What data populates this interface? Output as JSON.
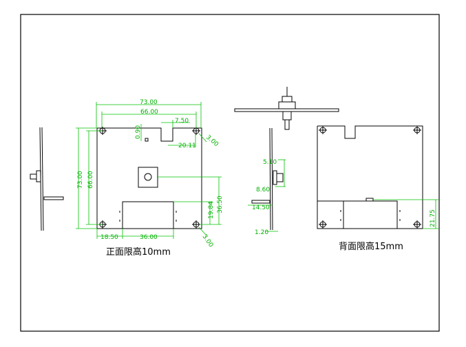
{
  "captions": {
    "front": "正面限高10mm",
    "back": "背面限高15mm"
  },
  "dims": {
    "w73": "73.00",
    "w66": "66.00",
    "w750": "7.50",
    "d090": "0.90",
    "d300": "3.00",
    "w2011": "20.11",
    "h73": "73.00",
    "h66": "66.00",
    "h3650": "36.50",
    "h1984": "19.84",
    "w1850": "18.50",
    "w3600": "36.00",
    "d300b": "3.00",
    "s510": "5.10",
    "s860": "8.60",
    "s1450": "14.50",
    "s120": "1.20",
    "b2175": "21.75"
  },
  "colors": {
    "outline": "#000000",
    "dimension": "#00b000"
  }
}
